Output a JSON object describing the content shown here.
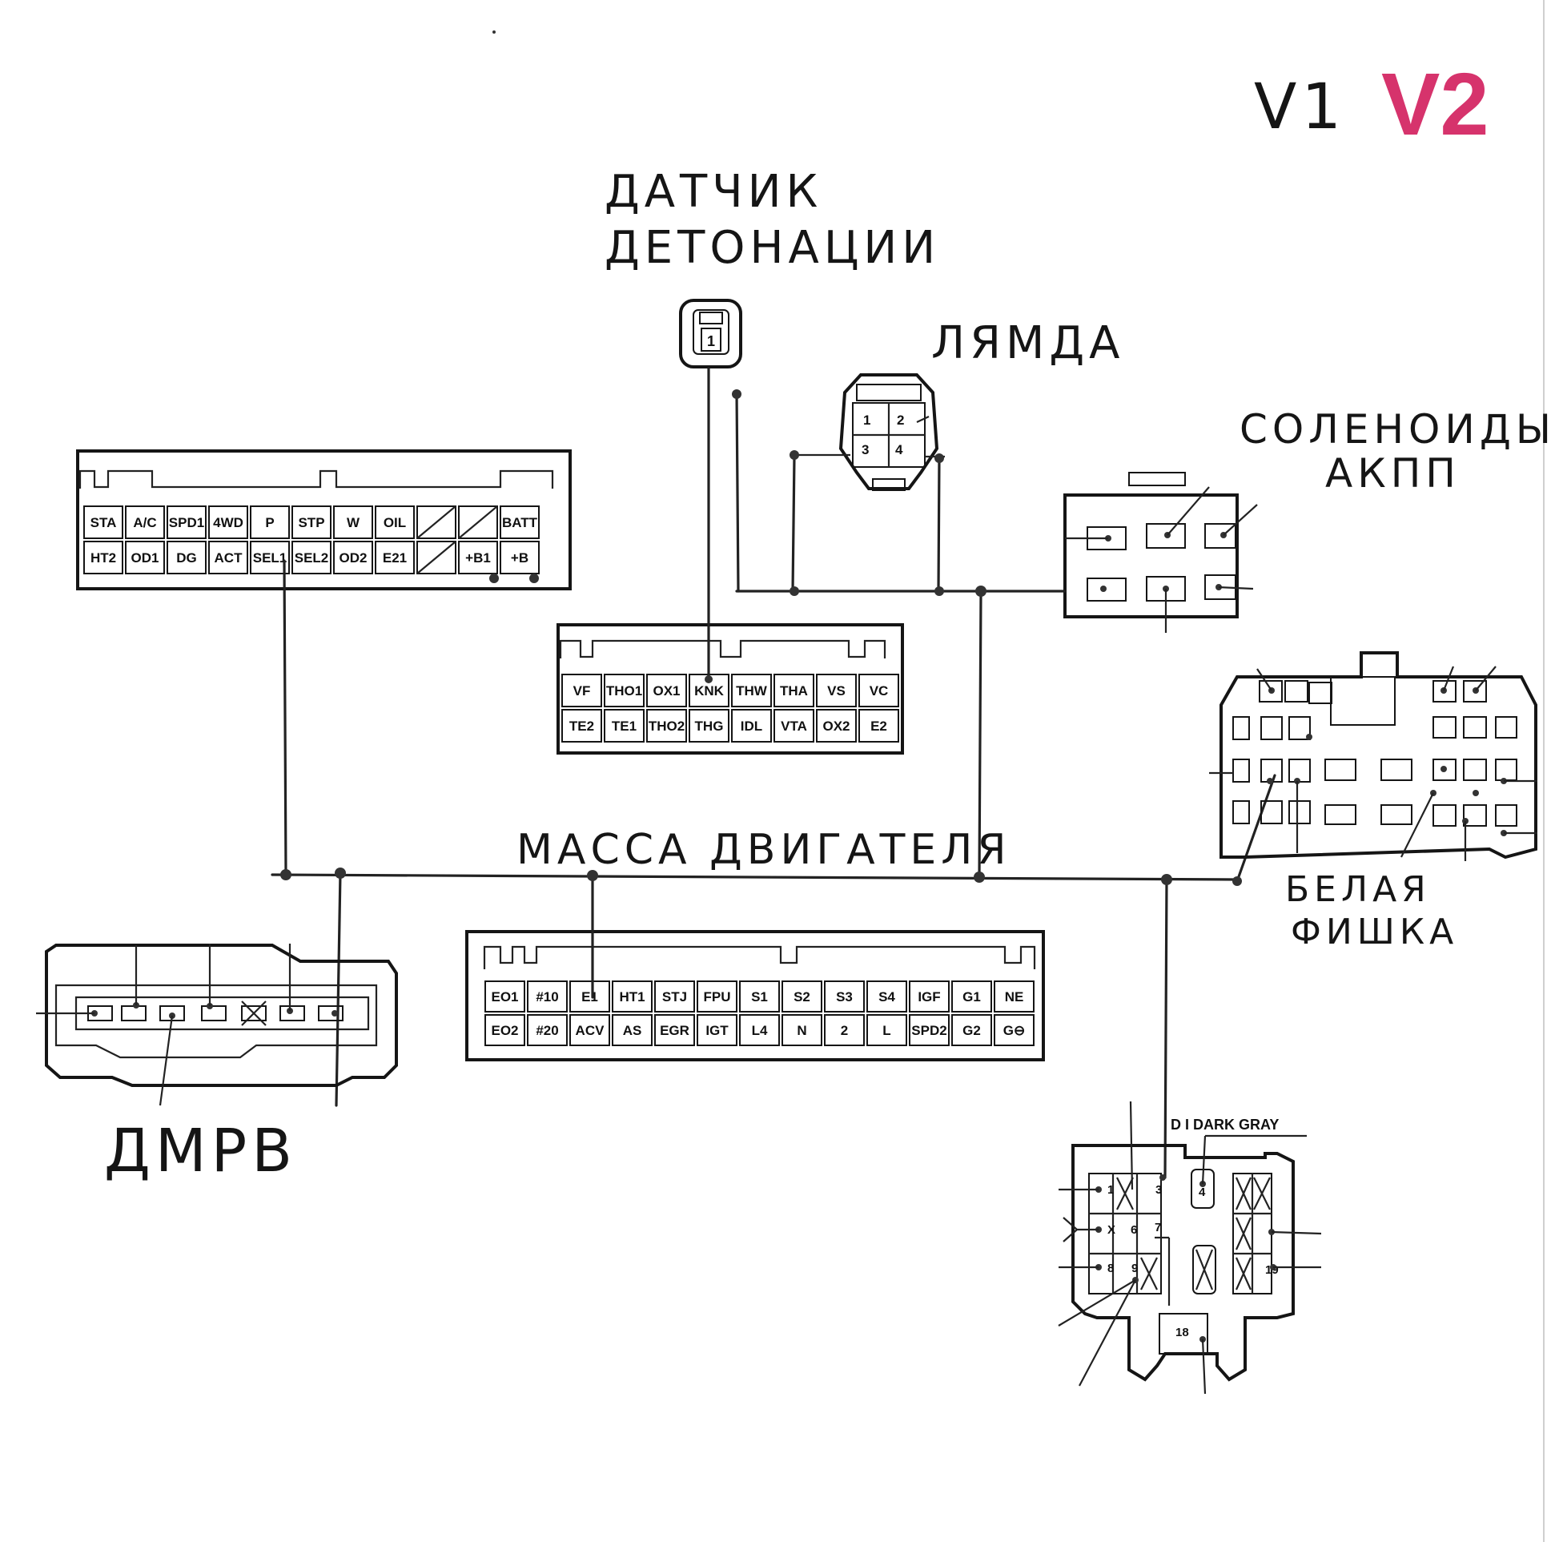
{
  "version": {
    "v1": "V1",
    "v2": "V2",
    "v2_color": "#d6336c"
  },
  "labels": {
    "knock_line1": "ДАТЧИК",
    "knock_line2": "ДЕТОНАЦИИ",
    "lambda": "ЛЯМДА",
    "solenoid_line1": "СОЛЕНОИДЫ",
    "solenoid_line2": "АКПП",
    "ground": "МАССА ДВИГАТЕЛЯ",
    "white_line1": "БЕЛАЯ",
    "white_line2": "ФИШКА",
    "maf": "ДМРВ",
    "d1": "D I DARK GRAY"
  },
  "knock_sensor": {
    "pin": "1"
  },
  "lambda_pins": [
    "1",
    "2",
    "3",
    "4"
  ],
  "ecu_a": {
    "top": [
      "STA",
      "A/C",
      "SPD1",
      "4WD",
      "P",
      "STP",
      "W",
      "OIL",
      "",
      "",
      "BATT"
    ],
    "bottom": [
      "HT2",
      "OD1",
      "DG",
      "ACT",
      "SEL1",
      "SEL2",
      "OD2",
      "E21",
      "",
      "+B1",
      "+B"
    ]
  },
  "ecu_b": {
    "top": [
      "VF",
      "THO1",
      "OX1",
      "KNK",
      "THW",
      "THA",
      "VS",
      "VC"
    ],
    "bottom": [
      "TE2",
      "TE1",
      "THO2",
      "THG",
      "IDL",
      "VTA",
      "OX2",
      "E2"
    ]
  },
  "ecu_c": {
    "top": [
      "EO1",
      "#10",
      "E1",
      "HT1",
      "STJ",
      "FPU",
      "S1",
      "S2",
      "S3",
      "S4",
      "IGF",
      "G1",
      "NE"
    ],
    "bottom": [
      "EO2",
      "#20",
      "ACV",
      "AS",
      "EGR",
      "IGT",
      "L4",
      "N",
      "2",
      "L",
      "SPD2",
      "G2",
      "G⊖"
    ]
  },
  "diag_connector": {
    "pins": [
      "1",
      "3",
      "4",
      "6",
      "7",
      "8",
      "9",
      "18",
      "19"
    ],
    "x_mark": "X"
  }
}
